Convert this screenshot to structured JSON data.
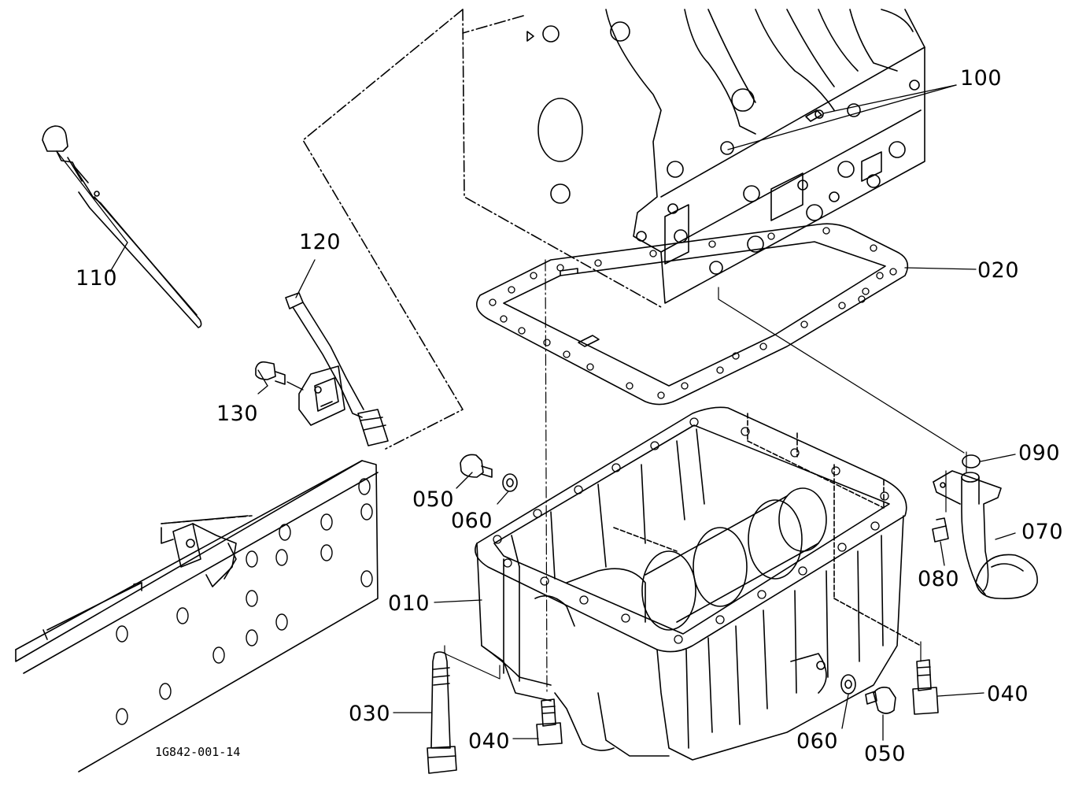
{
  "drawing_code": "1G842-001-14",
  "labels": {
    "l100": "100",
    "l110": "110",
    "l120": "120",
    "l020": "020",
    "l130": "130",
    "l090": "090",
    "l050a": "050",
    "l060a": "060",
    "l070": "070",
    "l080": "080",
    "l010": "010",
    "l040a": "040",
    "l030": "030",
    "l040b": "040",
    "l060b": "060",
    "l050b": "050"
  }
}
